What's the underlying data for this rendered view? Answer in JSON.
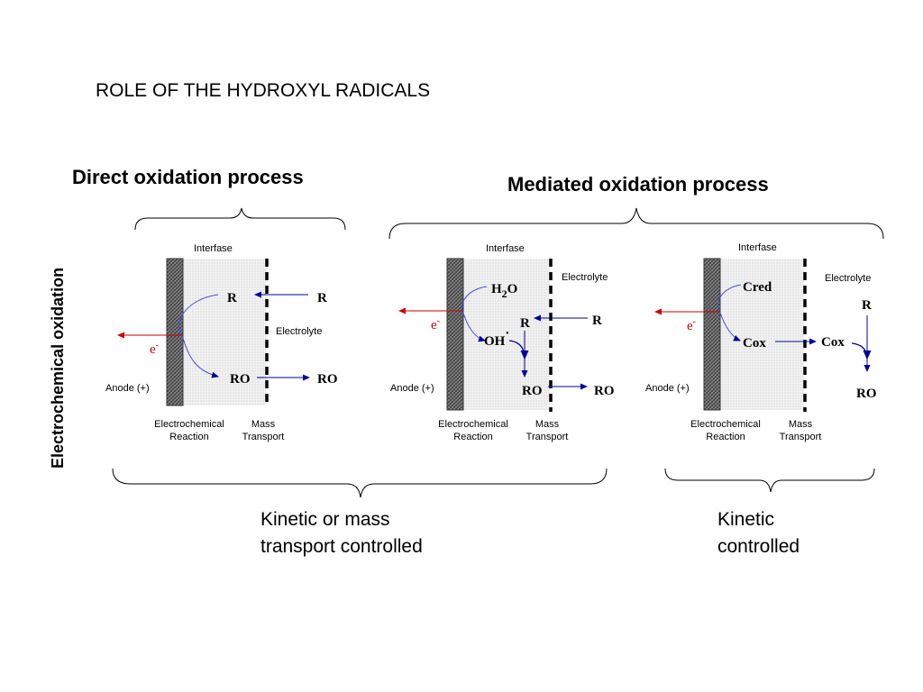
{
  "slide_title": "ROLE OF THE HYDROXYL RADICALS",
  "side_label": "Electrochemical oxidation",
  "direct": {
    "heading": "Direct oxidation process",
    "panel": {
      "interfase": "Interfase",
      "electrolyte": "Electrolyte",
      "anode": "Anode (+)",
      "electron": "e",
      "electron_sup": "-",
      "left_r": "R",
      "left_ro": "RO",
      "right_r": "R",
      "right_ro": "RO",
      "col1_l1": "Electrochemical",
      "col1_l2": "Reaction",
      "col2_l1": "Mass",
      "col2_l2": "Transport"
    }
  },
  "mediated": {
    "heading": "Mediated oxidation process",
    "panel_a": {
      "interfase": "Interfase",
      "electrolyte": "Electrolyte",
      "anode": "Anode (+)",
      "electron": "e",
      "electron_sup": "-",
      "h": "H",
      "h_sub": "2",
      "o": "O",
      "oh": "OH",
      "oh_dot": "·",
      "r_mid": "R",
      "r_right": "R",
      "ro_mid": "RO",
      "ro_right": "RO",
      "col1_l1": "Electrochemical",
      "col1_l2": "Reaction",
      "col2_l1": "Mass",
      "col2_l2": "Transport"
    },
    "panel_b": {
      "interfase": "Interfase",
      "electrolyte": "Electrolyte",
      "anode": "Anode (+)",
      "electron": "e",
      "electron_sup": "-",
      "cred": "Cred",
      "cox_left": "Cox",
      "cox_right": "Cox",
      "r": "R",
      "ro": "RO",
      "col1_l1": "Electrochemical",
      "col1_l2": "Reaction",
      "col2_l1": "Mass",
      "col2_l2": "Transport"
    }
  },
  "conclusion_left": {
    "line1": "Kinetic or mass",
    "line2": "transport controlled"
  },
  "conclusion_right": {
    "line1": "Kinetic",
    "line2": "controlled"
  },
  "colors": {
    "blue": "#000099",
    "red": "#cc0000",
    "curve": "#4a4ae0",
    "electrode": "#7a7a7a",
    "layer": "#ececec"
  }
}
